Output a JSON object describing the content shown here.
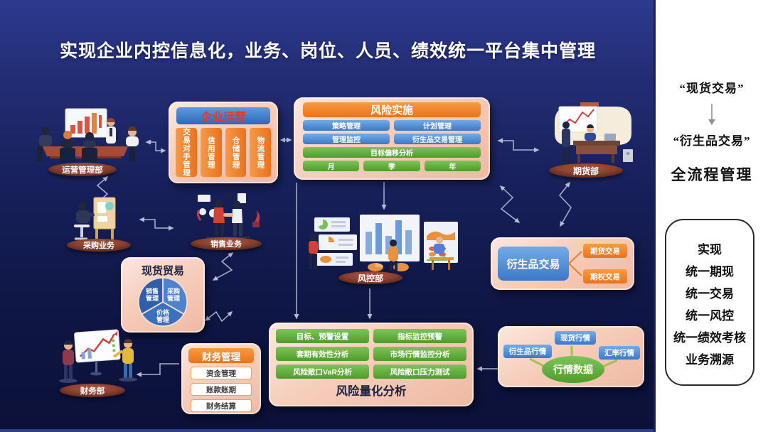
{
  "title": "实现企业内控信息化，业务、岗位、人员、绩效统一平台集中管理",
  "dept_labels": {
    "operations": "运营管理部",
    "procurement": "采购业务",
    "sales": "销售业务",
    "risk_control": "风控部",
    "futures": "期货部",
    "finance": "财务部"
  },
  "enterprise_ops": {
    "title": "企业运营",
    "columns": [
      "交易对手管理",
      "信用管理",
      "仓储管理",
      "物流管理"
    ]
  },
  "risk_implementation": {
    "title": "风险实施",
    "blue_buttons": [
      "策略管理",
      "计划管理",
      "管理监控",
      "衍生品交易管理"
    ],
    "analysis": "目标偏移分析",
    "periods": [
      "月",
      "季",
      "年"
    ]
  },
  "spot_trade": {
    "title": "现货贸易",
    "segments": [
      "销售管理",
      "采购管理",
      "价格管理"
    ]
  },
  "derivatives": {
    "title": "衍生品交易",
    "items": [
      "期货交易",
      "期权交易"
    ]
  },
  "finance_mgmt": {
    "title": "财务管理",
    "items": [
      "资金管理",
      "账款账期",
      "财务结算"
    ]
  },
  "risk_quant": {
    "title": "风险量化分析",
    "buttons": [
      "目标、预警设置",
      "指标监控预警",
      "套期有效性分析",
      "市场行情监控分析",
      "风险敞口VaR分析",
      "风险敞口压力测试"
    ]
  },
  "market_data": {
    "title": "行情数据",
    "items": [
      "衍生品行情",
      "现货行情",
      "汇率行情"
    ]
  },
  "side_panel": {
    "quote_spot": "“现货交易”",
    "quote_derivatives": "“衍生品交易”",
    "headline": "全流程管理",
    "bullets": [
      "实现",
      "统一期现",
      "统一交易",
      "统一风控",
      "统一绩效考核",
      "业务溯源"
    ]
  },
  "colors": {
    "orange": "#ee7d23",
    "blue": "#3f7ccb",
    "green": "#62ab3c",
    "maroon": "#8c4434",
    "peach": "#f6d6c6",
    "background_top": "#2c3a8e",
    "background_bottom": "#0b1138"
  }
}
